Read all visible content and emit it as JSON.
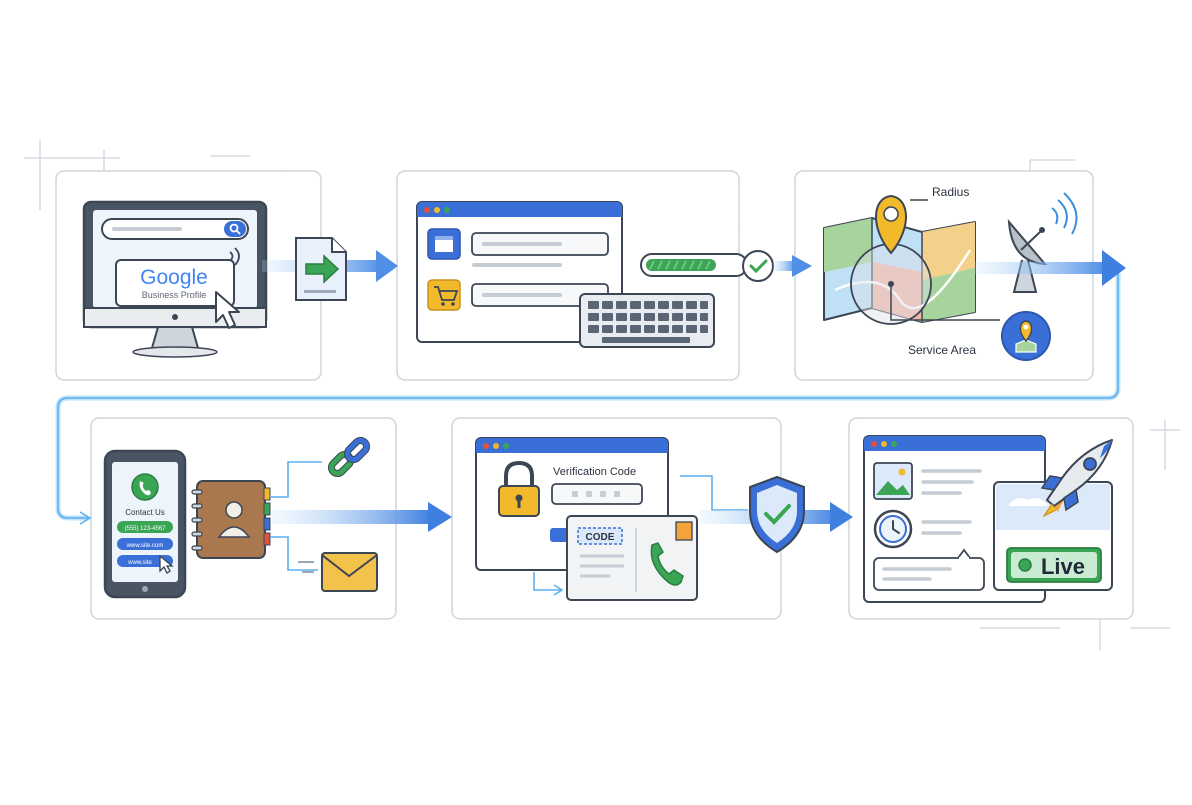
{
  "steps": {
    "step1": {
      "brand": "Google",
      "subtitle": "Business Profile"
    },
    "step3": {
      "radius_label": "Radius",
      "service_area_label": "Service Area"
    },
    "step4": {
      "contact_us": "Contact Us",
      "pill1": "(555) 123-4567",
      "pill2": "www.site.com",
      "pill3": "www.site"
    },
    "step5": {
      "verification_title": "Verification Code",
      "code_label": "CODE"
    },
    "step6": {
      "live_label": "Live"
    }
  },
  "colors": {
    "primary_blue": "#3b6fd8",
    "flow_blue": "#5a9be8",
    "green": "#3aa655",
    "yellow": "#f2b92b",
    "outline": "#3c4654",
    "panel_border": "#cfd5dc"
  }
}
